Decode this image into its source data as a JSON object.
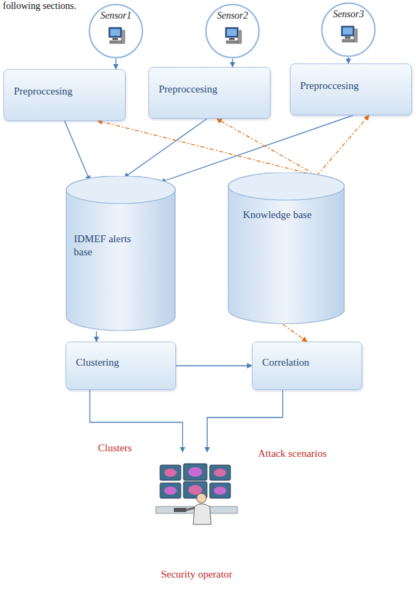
{
  "diagram": {
    "nodes": [
      {
        "text": [
          "Sensor1"
        ]
      },
      {
        "text": [
          "Sensor2"
        ]
      },
      {
        "text": [
          "Sensor3"
        ]
      },
      {
        "text": [
          "Preproccesing"
        ]
      },
      {
        "text": [
          "Preproccesing"
        ]
      },
      {
        "text": [
          "Preproccesing"
        ]
      },
      {
        "text": [
          "IDMEF alerts base"
        ]
      },
      {
        "text": [
          "Knowledge base"
        ]
      },
      {
        "text": [
          "Clustering"
        ]
      },
      {
        "text": [
          "Correlation"
        ]
      },
      {
        "text": [
          "Security operator"
        ]
      }
    ],
    "edges": [
      {
        "from": 0,
        "to": 3,
        "arrow": "to"
      },
      {
        "from": 1,
        "to": 4,
        "arrow": "to"
      },
      {
        "from": 2,
        "to": 5,
        "arrow": "to"
      },
      {
        "from": 3,
        "to": 6,
        "arrow": "to"
      },
      {
        "from": 4,
        "to": 6,
        "arrow": "to"
      },
      {
        "from": 5,
        "to": 6,
        "arrow": "to"
      },
      {
        "from": 7,
        "to": 3,
        "arrow": "to"
      },
      {
        "from": 7,
        "to": 4,
        "arrow": "to"
      },
      {
        "from": 7,
        "to": 5,
        "arrow": "to"
      },
      {
        "from": 6,
        "to": 8,
        "arrow": "to"
      },
      {
        "from": 8,
        "to": 9,
        "arrow": "to"
      },
      {
        "from": 7,
        "to": 9,
        "arrow": "to"
      },
      {
        "from": 8,
        "to": 10,
        "label": "Clusters",
        "arrow": "to"
      },
      {
        "from": 9,
        "to": 10,
        "label": "Attack scenarios",
        "arrow": "to"
      }
    ],
    "labels": [
      "following sections."
    ]
  }
}
